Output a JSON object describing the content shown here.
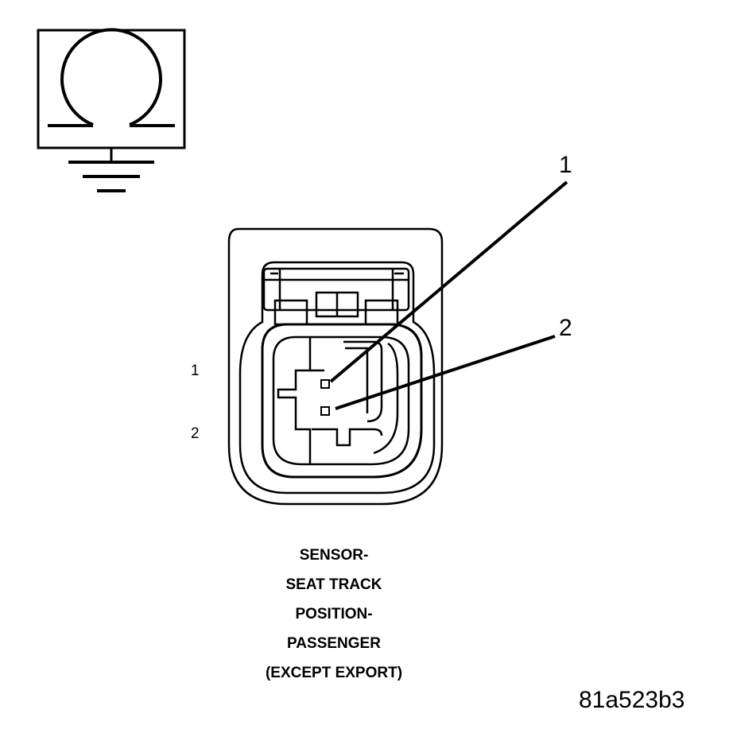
{
  "symbol": {
    "icon": "ohmmeter-ground-icon"
  },
  "callouts": [
    {
      "label": "1"
    },
    {
      "label": "2"
    }
  ],
  "pins": [
    {
      "label": "1"
    },
    {
      "label": "2"
    }
  ],
  "caption": {
    "lines": [
      "SENSOR-",
      "SEAT TRACK",
      "POSITION-",
      "PASSENGER",
      "(EXCEPT EXPORT)"
    ]
  },
  "figure_id": "81a523b3"
}
